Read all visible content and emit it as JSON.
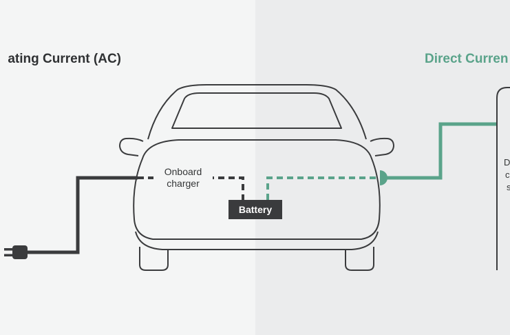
{
  "headings": {
    "ac": "ating Current (AC)",
    "dc": "Direct Curren"
  },
  "labels": {
    "onboard_line1": "Onboard",
    "onboard_line2": "charger",
    "battery": "Battery"
  },
  "station_fragments": [
    "D",
    "c",
    "s"
  ],
  "colors": {
    "ac_line": "#3a3b3d",
    "dc_line": "#5aa38a",
    "outline": "#3a3b3d",
    "bg_left": "#f4f5f5",
    "bg_right": "#ebeced"
  },
  "icons": {
    "plug": "plug-icon",
    "car": "car-front-icon",
    "charging_station": "charging-station-icon"
  }
}
